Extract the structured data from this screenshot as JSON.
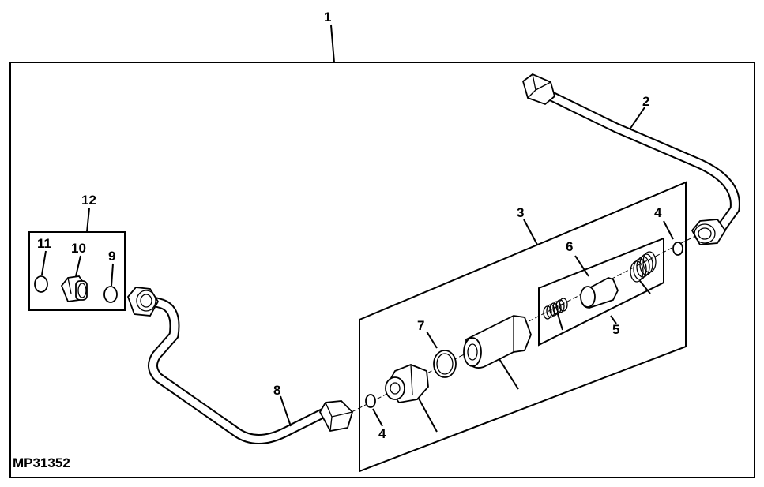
{
  "figure_id": "MP31352",
  "callouts": {
    "c1": "1",
    "c2": "2",
    "c3": "3",
    "c4a": "4",
    "c4b": "4",
    "c5": "5",
    "c6": "6",
    "c7": "7",
    "c8": "8",
    "c9": "9",
    "c10": "10",
    "c11": "11",
    "c12": "12"
  }
}
